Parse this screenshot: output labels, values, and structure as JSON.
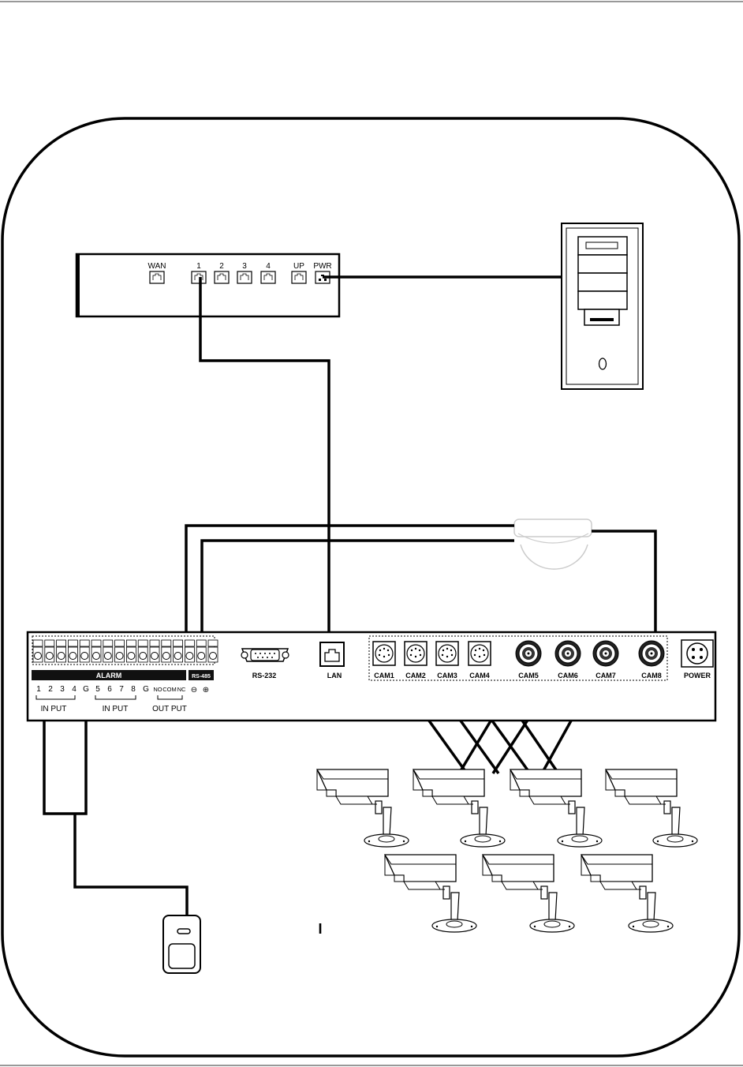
{
  "router": {
    "ports": [
      "WAN",
      "1",
      "2",
      "3",
      "4",
      "UP",
      "PWR"
    ]
  },
  "dvr": {
    "alarm_label": "ALARM",
    "rs485_label": "RS-485",
    "input_numbers_a": [
      "1",
      "2",
      "3",
      "4",
      "G"
    ],
    "input_numbers_b": [
      "5",
      "6",
      "7",
      "8",
      "G"
    ],
    "output_labels": [
      "NO",
      "COM",
      "NC"
    ],
    "rs485_symbols": [
      "⊖",
      "⊕"
    ],
    "input_group_label_a": "IN PUT",
    "input_group_label_b": "IN PUT",
    "output_group_label": "OUT PUT",
    "rs232_label": "RS-232",
    "lan_label": "LAN",
    "cam_labels": [
      "CAM1",
      "CAM2",
      "CAM3",
      "CAM4",
      "CAM5",
      "CAM6",
      "CAM7",
      "CAM8"
    ],
    "power_label": "POWER"
  },
  "stray_mark": "I",
  "colors": {
    "line": "#000000",
    "panel_fill": "#ffffff",
    "alarm_bar": "#111111"
  }
}
